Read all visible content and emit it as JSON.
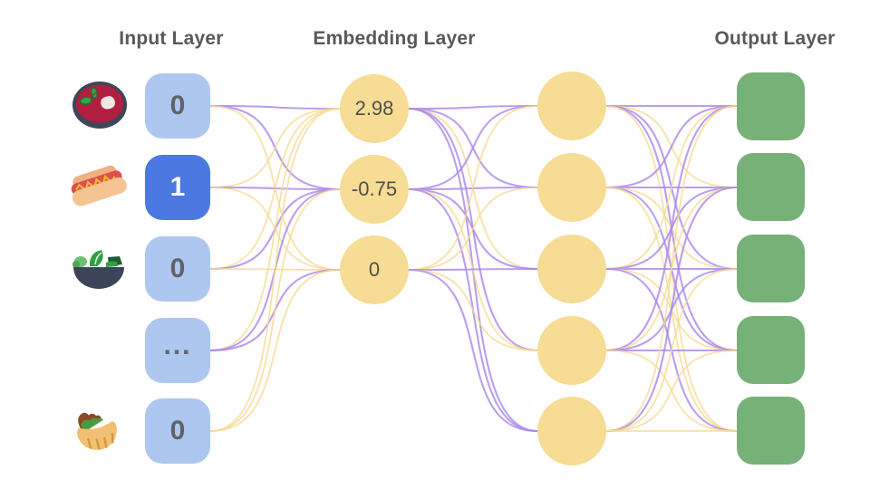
{
  "diagram": {
    "titles": {
      "input": "Input Layer",
      "embedding": "Embedding Layer",
      "output": "Output Layer"
    },
    "input_layer": {
      "nodes": [
        {
          "label": "0",
          "active": false,
          "icon": "borscht-soup"
        },
        {
          "label": "1",
          "active": true,
          "icon": "hot-dog"
        },
        {
          "label": "0",
          "active": false,
          "icon": "green-salad"
        },
        {
          "label": "...",
          "active": false,
          "icon": null
        },
        {
          "label": "0",
          "active": false,
          "icon": "stuffed-flatbread"
        }
      ]
    },
    "embedding_layer": {
      "nodes": [
        {
          "label": "2.98"
        },
        {
          "label": "-0.75"
        },
        {
          "label": "0"
        }
      ]
    },
    "hidden_layer": {
      "nodes": [
        {
          "label": ""
        },
        {
          "label": ""
        },
        {
          "label": ""
        },
        {
          "label": ""
        },
        {
          "label": ""
        }
      ]
    },
    "output_layer": {
      "nodes": [
        {
          "label": ""
        },
        {
          "label": ""
        },
        {
          "label": ""
        },
        {
          "label": ""
        },
        {
          "label": ""
        }
      ]
    },
    "colors": {
      "edge_purple": "#a987ea",
      "edge_gold": "#f8d88e",
      "input_node": "#aec7f0",
      "input_active_node": "#4b79e1",
      "input_text": "#5f6368",
      "embedding_node": "#f6dc94",
      "output_node": "#76b177",
      "title_text": "#595959"
    },
    "edges": {
      "input_to_embedding": [
        "p",
        "p",
        "g",
        "g",
        "p",
        "g",
        "g",
        "p",
        "g",
        "g",
        "p",
        "p",
        "g",
        "g",
        "g"
      ],
      "embedding_to_hidden": [
        "p",
        "p",
        "g",
        "p",
        "p",
        "p",
        "p",
        "p",
        "g",
        "p",
        "g",
        "g",
        "p",
        "g",
        "p"
      ],
      "hidden_to_output": [
        "p",
        "g",
        "p",
        "p",
        "g",
        "p",
        "p",
        "g",
        "p",
        "g",
        "g",
        "p",
        "p",
        "g",
        "p",
        "p",
        "g",
        "p",
        "p",
        "g",
        "g",
        "p",
        "g",
        "g",
        "g"
      ]
    }
  }
}
